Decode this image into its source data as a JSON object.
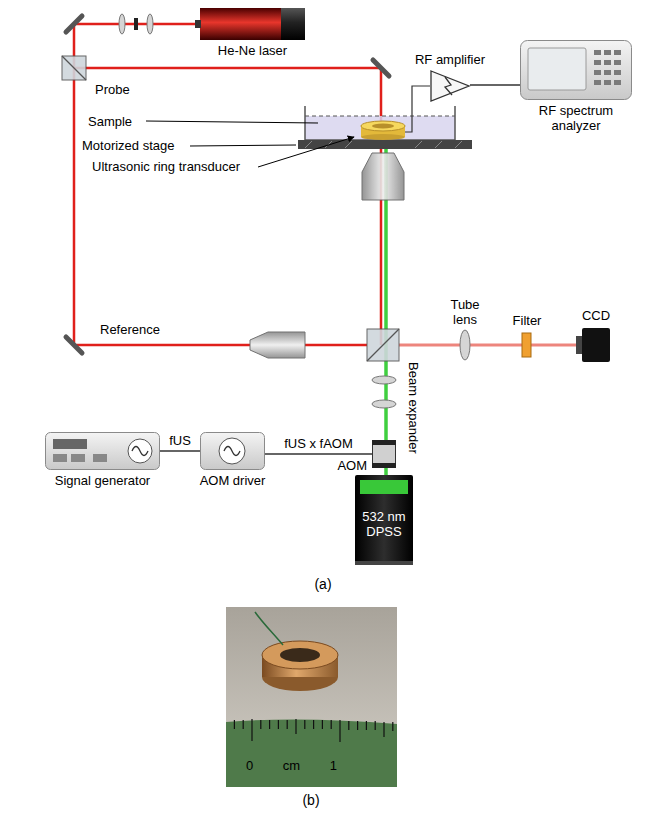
{
  "diagram": {
    "nodes": [
      {
        "text": [
          "He-Ne laser"
        ]
      },
      {
        "text": [
          "RF amplifier"
        ]
      },
      {
        "text": [
          "RF spectrum analyzer"
        ]
      },
      {
        "text": [
          "Signal generator"
        ]
      },
      {
        "text": [
          "AOM driver"
        ]
      },
      {
        "text": [
          "AOM"
        ]
      },
      {
        "text": [
          "532 nm DPSS"
        ]
      }
    ],
    "edges": [
      {
        "from": 1,
        "to": 2,
        "arrow": "none"
      },
      {
        "from": 3,
        "to": 4,
        "label": "fUS",
        "arrow": "none"
      },
      {
        "from": 4,
        "to": 5,
        "label": "fUS x fAOM",
        "arrow": "none"
      }
    ],
    "labels": [
      "Probe",
      "Sample",
      "Motorized stage",
      "Ultrasonic ring transducer",
      "Tube lens",
      "Filter",
      "CCD",
      "Reference",
      "Beam expander",
      "(a)",
      "0 cm 1",
      "(b)"
    ]
  }
}
